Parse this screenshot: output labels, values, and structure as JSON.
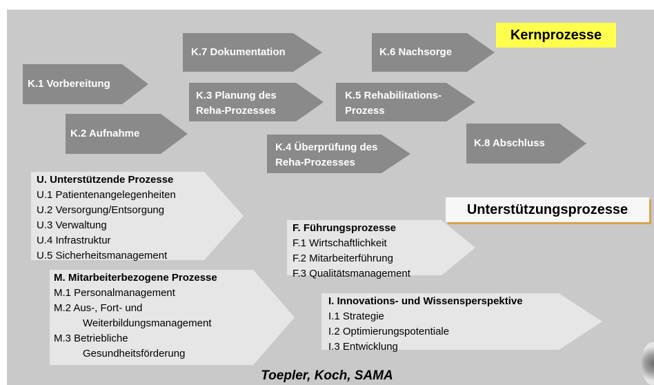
{
  "core": {
    "title": "Kernprozesse",
    "steps": [
      {
        "l1": "K.1 Vorbereitung",
        "l2": ""
      },
      {
        "l1": "K.2 Aufnahme",
        "l2": ""
      },
      {
        "l1": "K.3 Planung des",
        "l2": "Reha-Prozesses"
      },
      {
        "l1": "K.4 Überprüfung des",
        "l2": "Reha-Prozesses"
      },
      {
        "l1": "K.5 Rehabilitations-",
        "l2": "Prozess"
      },
      {
        "l1": "K.6 Nachsorge",
        "l2": ""
      },
      {
        "l1": "K.7 Dokumentation",
        "l2": ""
      },
      {
        "l1": "K.8 Abschluss",
        "l2": ""
      }
    ]
  },
  "support_title": "Unterstützungsprozesse",
  "groups": {
    "u": {
      "heading": "U. Unterstützende Prozesse",
      "items": [
        "U.1 Patientenangelegenheiten",
        "U.2 Versorgung/Entsorgung",
        "U.3 Verwaltung",
        "U.4 Infrastruktur",
        "U.5 Sicherheitsmanagement"
      ]
    },
    "f": {
      "heading": "F. Führungsprozesse",
      "items": [
        "F.1 Wirtschaftlichkeit",
        "F.2 Mitarbeiterführung",
        "F.3 Qualitätsmanagement"
      ]
    },
    "m": {
      "heading": "M. Mitarbeiterbezogene Prozesse",
      "items": [
        "M.1 Personalmanagement",
        "M.2 Aus-, Fort- und",
        "Weiterbildungsmanagement",
        "M.3 Betriebliche",
        "Gesundheitsförderung"
      ]
    },
    "i": {
      "heading": "I. Innovations- und Wissensperspektive",
      "items": [
        "I.1 Strategie",
        "I.2 Optimierungspotentiale",
        "I.3 Entwicklung"
      ]
    }
  },
  "footer": "Toepler, Koch, SAMA",
  "colors": {
    "arrow": "#8a8a8a",
    "light_arrow": "#e6e6e6",
    "background": "#c9c9c9",
    "highlight": "#ffff4d"
  }
}
